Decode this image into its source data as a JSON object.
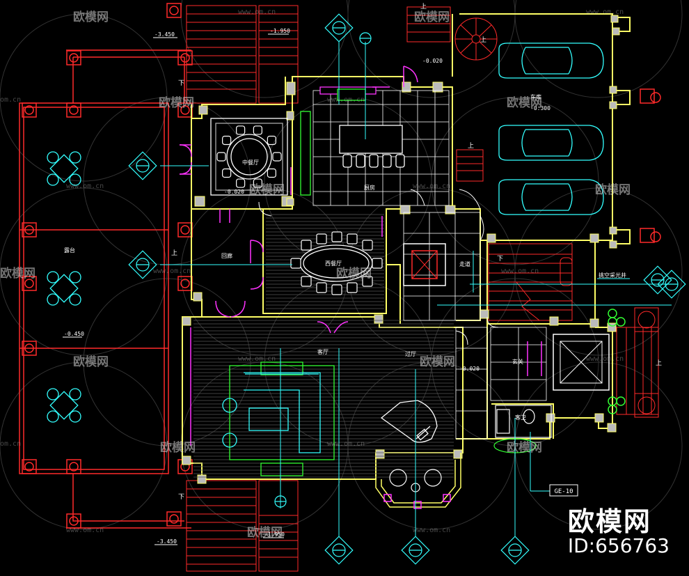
{
  "brand": {
    "name": "欧模网",
    "id_label": "ID:656763"
  },
  "watermark": {
    "text": "欧模网",
    "url": "www.om.cn",
    "left_url": "om.cn"
  },
  "rooms": {
    "chinese_dining": "中餐厅",
    "kitchen": "厨房",
    "western_dining": "西餐厅",
    "corridor": "回廊",
    "terrace": "露台",
    "living": "客厅",
    "foyer": "过厅",
    "hallway": "走道",
    "entry": "玄关",
    "toilet": "客卫",
    "garage": "车库",
    "skylight": "挑空采光井"
  },
  "levels": {
    "top_left": "-3.450",
    "top_mid": "-1.950",
    "service": "-0.020",
    "garage": "-0.300",
    "dining": "-0.020",
    "terrace": "-0.450",
    "foyer": "-0.020",
    "bottom_left": "-3.450",
    "bottom_mid": "-1.950"
  },
  "stair_marks": {
    "up": "上",
    "down": "下"
  },
  "tag": "GE-10",
  "colors": {
    "wall": "#ffff66",
    "red": "#ff2a2a",
    "cyan": "#33ffff",
    "magenta": "#ff33ff",
    "green": "#33ff33",
    "white": "#ffffff"
  }
}
